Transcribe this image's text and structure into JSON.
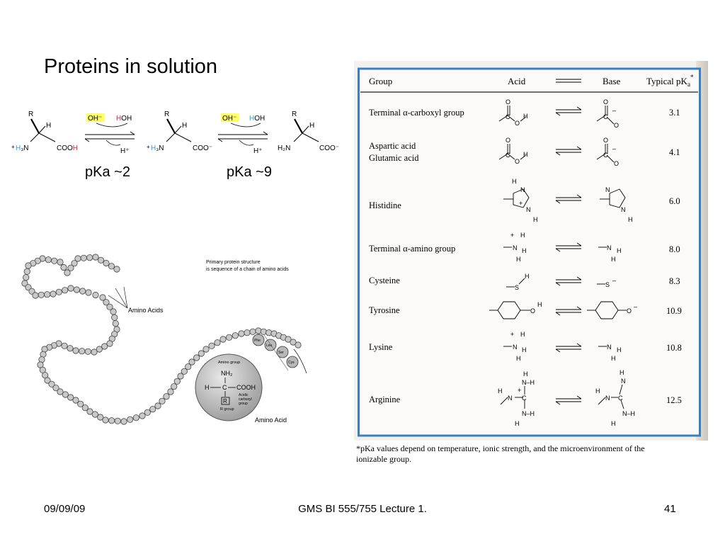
{
  "slide": {
    "title": "Proteins in solution",
    "footer": {
      "date": "09/09/09",
      "center": "GMS BI 555/755 Lecture 1.",
      "page": "41"
    }
  },
  "reaction": {
    "species": [
      {
        "r": "R",
        "h": "H",
        "left": "H₃N",
        "left_charge": "+",
        "right": "COOH"
      },
      {
        "r": "R",
        "h": "H",
        "left": "H₃N",
        "left_charge": "+",
        "right": "COO⁻"
      },
      {
        "r": "R",
        "h": "H",
        "left": "H₂N",
        "left_charge": "",
        "right": "COO⁻"
      }
    ],
    "steps": [
      {
        "reagent": "OH⁻",
        "product": "HOH",
        "released": "H⁺",
        "pka_label": "pKa ~2"
      },
      {
        "reagent": "OH⁻",
        "product": "HOH",
        "released": "H⁺",
        "pka_label": "pKa ~9"
      }
    ],
    "colors": {
      "highlight": "#ffff66",
      "hydrogen_red": "#e0202a",
      "hydrogen_blue": "#2aa3e0"
    }
  },
  "protein_diagram": {
    "caption_line1": "Primary protein structure",
    "caption_line2": "is sequence of a chain of amino acids",
    "amino_acids_label": "Amino Acids",
    "amino_acid_label": "Amino Acid",
    "chain_residues": [
      "Phe",
      "Leu",
      "Ser",
      "Cys"
    ],
    "detail": {
      "amino_group_label": "Amino group",
      "nh2": "NH₂",
      "h": "H",
      "c": "C",
      "cooh": "COOH",
      "r": "R",
      "acid_label_1": "Acidic",
      "acid_label_2": "carboxyl",
      "acid_label_3": "group",
      "r_group_label": "R group"
    }
  },
  "pka_table": {
    "headers": {
      "group": "Group",
      "acid": "Acid",
      "base": "Base",
      "pka": "Typical pK",
      "pka_sub": "a",
      "pka_star": "*"
    },
    "rows": [
      {
        "group": [
          "Terminal α-carboxyl group"
        ],
        "pka": "3.1"
      },
      {
        "group": [
          "Aspartic acid",
          "Glutamic acid"
        ],
        "pka": "4.1"
      },
      {
        "group": [
          "Histidine"
        ],
        "pka": "6.0"
      },
      {
        "group": [
          "Terminal α-amino group"
        ],
        "pka": "8.0"
      },
      {
        "group": [
          "Cysteine"
        ],
        "pka": "8.3"
      },
      {
        "group": [
          "Tyrosine"
        ],
        "pka": "10.9"
      },
      {
        "group": [
          "Lysine"
        ],
        "pka": "10.8"
      },
      {
        "group": [
          "Arginine"
        ],
        "pka": "12.5"
      }
    ],
    "footnote_line1": "*pKa values depend on temperature, ionic strength, and the microenvironment of the",
    "footnote_line2": "ionizable group.",
    "border_color": "#3a7fc4"
  }
}
